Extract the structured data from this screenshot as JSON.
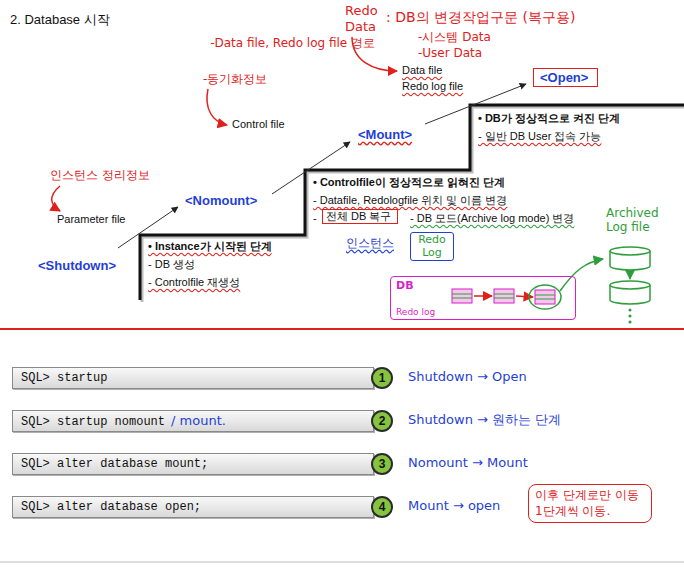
{
  "diagram": {
    "title": "2. Database 시작",
    "nodes": [
      {
        "text": [
          "<Open>"
        ]
      },
      {
        "text": [
          "전체 DB 복구"
        ]
      },
      {
        "text": [
          "Redo Log"
        ]
      },
      {
        "text": [
          "DB",
          "Redo log"
        ]
      },
      {
        "text": [
          "SQL> startup"
        ]
      },
      {
        "text": [
          "1"
        ]
      },
      {
        "text": [
          "SQL> startup nomount",
          "/ mount."
        ]
      },
      {
        "text": [
          "2"
        ]
      },
      {
        "text": [
          "SQL> alter database mount;"
        ]
      },
      {
        "text": [
          "3"
        ]
      },
      {
        "text": [
          "SQL> alter database open;"
        ]
      },
      {
        "text": [
          "4"
        ]
      },
      {
        "text": [
          "이후 단계로만 이동 1단계씩 이동."
        ]
      }
    ],
    "labels": [
      "Redo Data",
      ": DB의 변경작업구문 (복구용)",
      "-시스템 Data",
      "-User Data",
      "Data file",
      "Redo log file",
      "-Data file, Redo log file 경로",
      "-동기화정보",
      "Control file",
      "<Mount>",
      "• DB가 정상적으로 켜진 단계",
      "- 일반 DB User 접속 가능",
      "인스턴스 정리정보",
      "Parameter file",
      "<Nomount>",
      "• Controlfile이 정상적으로 읽혀진 단계",
      "- Datafile, Redologfile 위치 및 이름 변경",
      "-",
      "- DB 모드(Archive log mode) 변경",
      "Archived Log file",
      "<Shutdown>",
      "• Instance가 시작된 단계",
      "- DB 생성",
      "- Controlfile 재생성",
      "인스턴스",
      "Shutdown → Open",
      "Shutdown → 원하는 단계",
      "Nomount → Mount",
      "Mount → open"
    ]
  }
}
